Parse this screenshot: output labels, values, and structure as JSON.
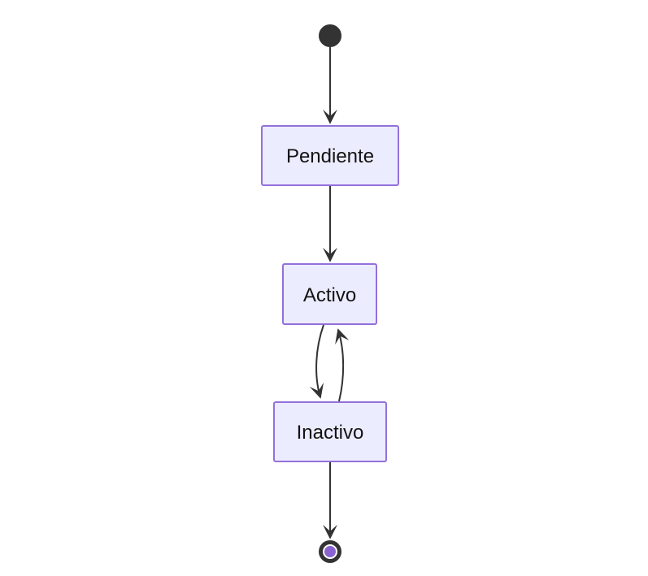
{
  "diagram": {
    "type": "state-diagram",
    "background_color": "#ffffff",
    "nodes": [
      {
        "id": "pendiente",
        "label": "Pendiente"
      },
      {
        "id": "activo",
        "label": "Activo"
      },
      {
        "id": "inactivo",
        "label": "Inactivo"
      }
    ],
    "edges": [
      {
        "from": "initial-state",
        "to": "pendiente"
      },
      {
        "from": "pendiente",
        "to": "activo"
      },
      {
        "from": "activo",
        "to": "inactivo"
      },
      {
        "from": "inactivo",
        "to": "activo"
      },
      {
        "from": "inactivo",
        "to": "final-state"
      }
    ],
    "markers": {
      "start": "initial-state-dot",
      "end": "final-state-ring"
    },
    "colors": {
      "node_fill": "#ECECFF",
      "node_border": "#9370DB",
      "edge_stroke": "#333333",
      "arrowhead": "#333333",
      "start_dot_fill": "#333333",
      "end_ring_stroke": "#333333",
      "end_inner_fill": "#8a63d2",
      "label_text": "#131313"
    }
  }
}
